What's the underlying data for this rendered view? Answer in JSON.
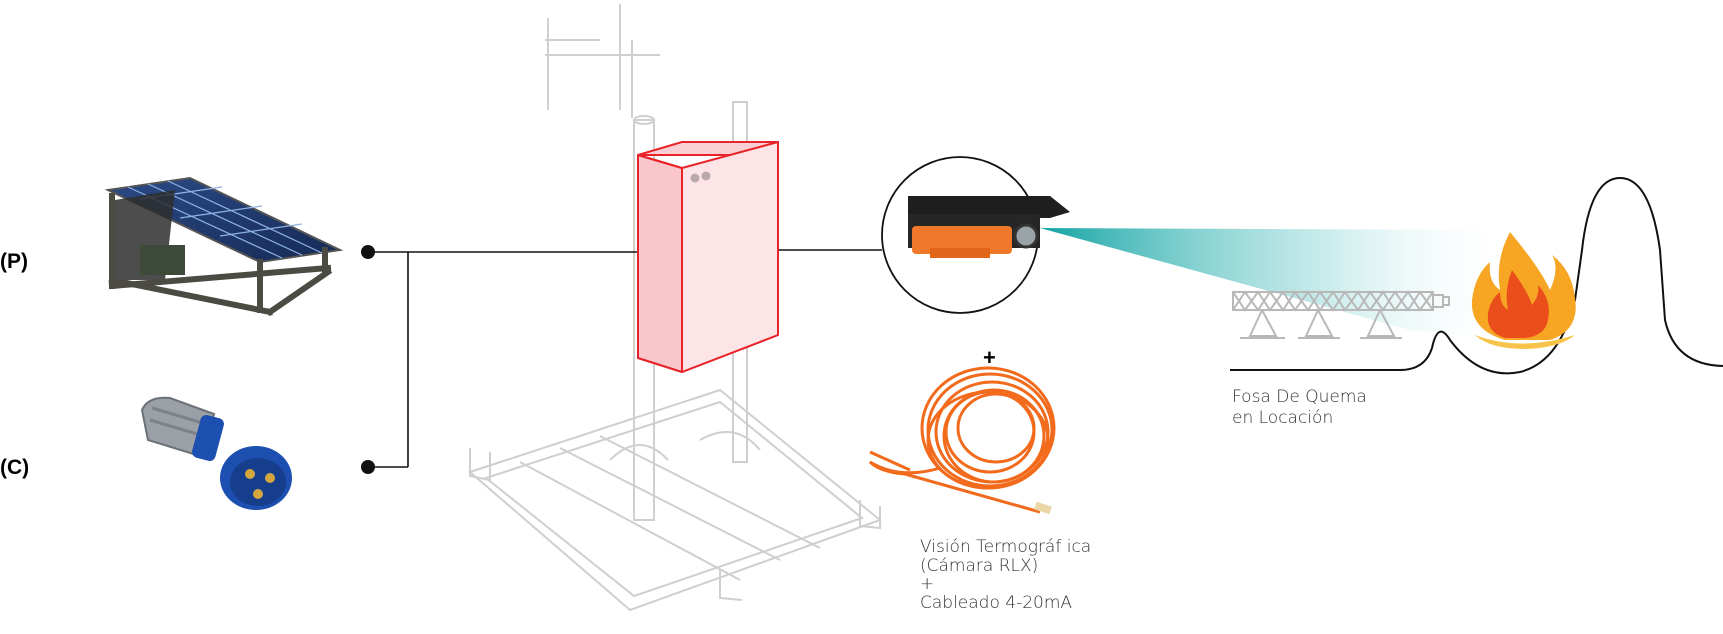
{
  "labels": {
    "solar": "(P)",
    "grid": "(C)",
    "plus": "+",
    "camera_line1": "Visión Termográf ica",
    "camera_line2": "(Cámara RLX)",
    "camera_line3": "+",
    "camera_line4": "Cableado 4-20mA",
    "pit_line1": "Fosa De Quema",
    "pit_line2": "en Locación"
  },
  "colors": {
    "enclosure": "#e8242a",
    "enclosure_fill": "#fde1e3",
    "beam": "#1aa8a8",
    "cable": "#f26a1b",
    "plug": "#1c4fb0",
    "flame_outer": "#f6a623",
    "flame_inner": "#e94e1b",
    "line": "#111111",
    "structure": "#cfcfcf"
  },
  "icons": [
    "solar-panel-icon",
    "power-plug-icon",
    "enclosure-icon",
    "thermal-camera-icon",
    "cable-coil-icon",
    "flare-stack-icon",
    "flame-icon"
  ]
}
